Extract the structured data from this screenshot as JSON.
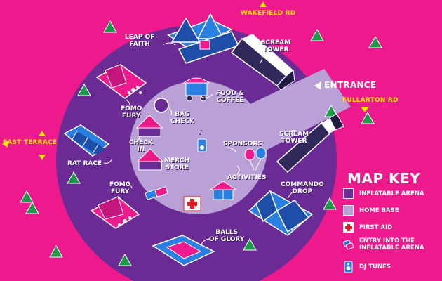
{
  "roads": {
    "wakefield": "WAKEFIELD RD",
    "fullarton": "FULLARTON RD",
    "east_terrace": "EAST TERRACE"
  },
  "entrance": "ENTRANCE",
  "attractions": {
    "leap_of_faith": [
      "LEAP OF",
      "FAITH"
    ],
    "scream_tower_top": [
      "SCREAM",
      "TOWER"
    ],
    "food_coffee": [
      "FOOD &",
      "COFFEE"
    ],
    "bag_check": [
      "BAG",
      "CHECK"
    ],
    "fomo_fury_top": [
      "FOMO",
      "FURY"
    ],
    "check_in": [
      "CHECK",
      "IN"
    ],
    "merch_store": [
      "MERCH",
      "STORE"
    ],
    "sponsors": "SPONSORS",
    "activities": "ACTIVITIES",
    "rat_race": "RAT RACE",
    "fomo_fury_bottom": [
      "FOMO",
      "FURY"
    ],
    "scream_tower_right": [
      "SCREAM",
      "TOWER"
    ],
    "commando_drop": [
      "COMMANDO",
      "DROP"
    ],
    "balls_of_glory": [
      "BALLS",
      "OF GLORY"
    ]
  },
  "key": {
    "title": "MAP KEY",
    "items": [
      {
        "label": "INFLATABLE ARENA",
        "color": "#6a2c94"
      },
      {
        "label": "HOME BASE",
        "color": "#b9a0d6"
      },
      {
        "label": "FIRST AID",
        "icon": "first-aid-icon"
      },
      {
        "label": "ENTRY INTO THE",
        "label2": "INFLATABLE ARENA",
        "icon": "wristband-icon"
      },
      {
        "label": "DJ TUNES",
        "icon": "speaker-icon"
      }
    ]
  },
  "colors": {
    "background": "#ec1a8c",
    "arena": "#6a2c94",
    "home_base": "#b9a0d6",
    "tree": "#1c9a48",
    "road_text": "#ffe600",
    "first_aid_red": "#e01d26"
  }
}
